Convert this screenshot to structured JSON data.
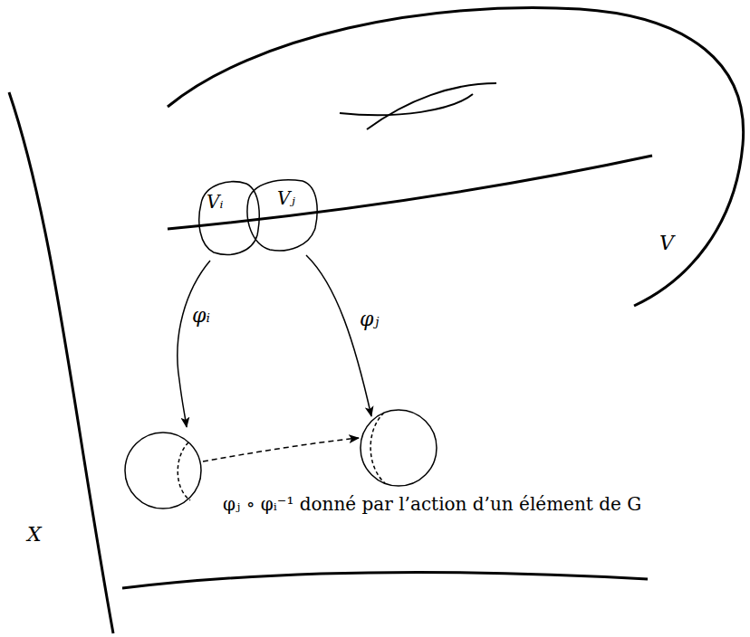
{
  "diagram": {
    "nodes": [
      {
        "text": [
          "Vᵢ"
        ]
      },
      {
        "text": [
          "Vⱼ"
        ]
      }
    ],
    "labels": [
      "V",
      "φᵢ",
      "φⱼ",
      "φⱼ ∘ φᵢ⁻¹ donné par l’action d’un élément de G",
      "X"
    ]
  }
}
